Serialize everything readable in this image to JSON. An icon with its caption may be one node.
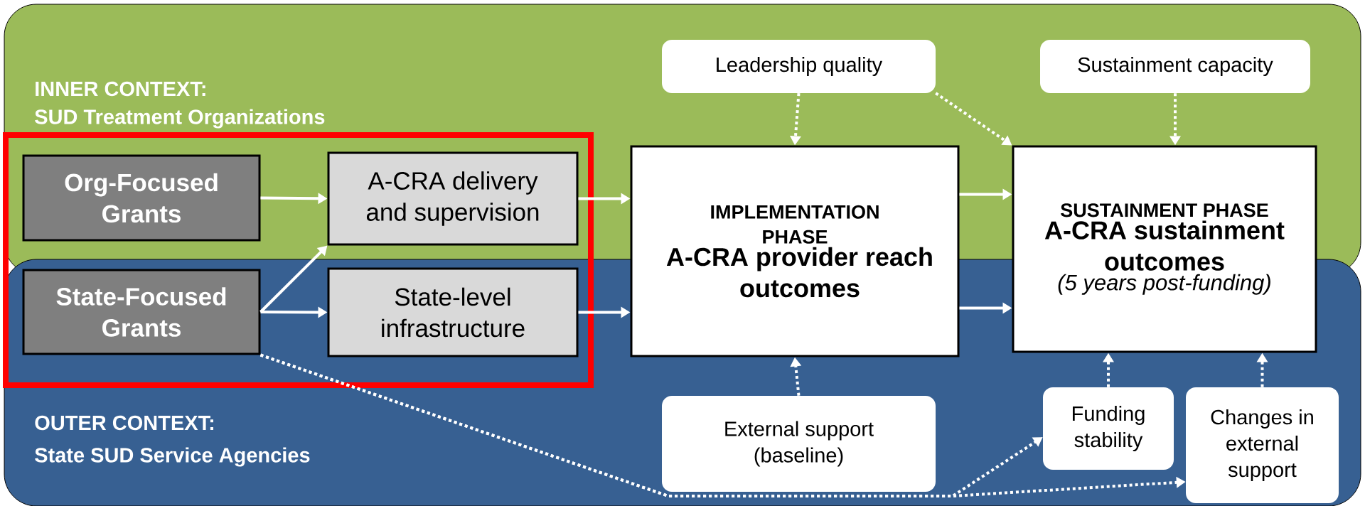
{
  "diagram": {
    "nodes": [
      {
        "text": [
          "INNER CONTEXT:",
          "SUD Treatment Organizations"
        ]
      },
      {
        "text": [
          "OUTER CONTEXT:",
          "State SUD Service Agencies"
        ]
      },
      {
        "text": [
          "Org-Focused Grants"
        ],
        "in": 0
      },
      {
        "text": [
          "A-CRA delivery and supervision"
        ],
        "in": 0
      },
      {
        "text": [
          "State-Focused Grants"
        ],
        "in": 1
      },
      {
        "text": [
          "State-level infrastructure"
        ],
        "in": 1
      },
      {
        "text": [
          "Leadership quality"
        ],
        "in": 0
      },
      {
        "text": [
          "IMPLEMENTATION PHASE",
          "A-CRA provider reach outcomes"
        ]
      },
      {
        "text": [
          "Sustainment capacity"
        ],
        "in": 0
      },
      {
        "text": [
          "SUSTAINMENT PHASE",
          "A-CRA sustainment outcomes",
          "(5 years post-funding)"
        ]
      },
      {
        "text": [
          "External support (baseline)"
        ],
        "in": 1
      },
      {
        "text": [
          "Funding stability"
        ],
        "in": 1
      },
      {
        "text": [
          "Changes in external support"
        ],
        "in": 1
      }
    ],
    "edges": [
      {
        "from": 2,
        "to": 3,
        "arrow": "to"
      },
      {
        "from": 4,
        "to": 3,
        "arrow": "to"
      },
      {
        "from": 4,
        "to": 5,
        "arrow": "to"
      },
      {
        "from": 3,
        "to": 7,
        "arrow": "to"
      },
      {
        "from": 5,
        "to": 7,
        "arrow": "to"
      },
      {
        "from": 7,
        "to": 9,
        "arrow": "to"
      },
      {
        "from": 7,
        "to": 9,
        "arrow": "to"
      },
      {
        "from": 6,
        "to": 7,
        "arrow": "to",
        "style": "dashed"
      },
      {
        "from": 6,
        "to": 9,
        "arrow": "to",
        "style": "dashed"
      },
      {
        "from": 8,
        "to": 9,
        "arrow": "to",
        "style": "dashed"
      },
      {
        "from": 10,
        "to": 7,
        "arrow": "to",
        "style": "dashed"
      },
      {
        "from": 11,
        "to": 9,
        "arrow": "to",
        "style": "dashed"
      },
      {
        "from": 12,
        "to": 9,
        "arrow": "to",
        "style": "dashed"
      },
      {
        "from": 4,
        "to": 11,
        "arrow": "to",
        "style": "dashed"
      },
      {
        "from": 4,
        "to": 12,
        "arrow": "to",
        "style": "dashed"
      }
    ]
  }
}
